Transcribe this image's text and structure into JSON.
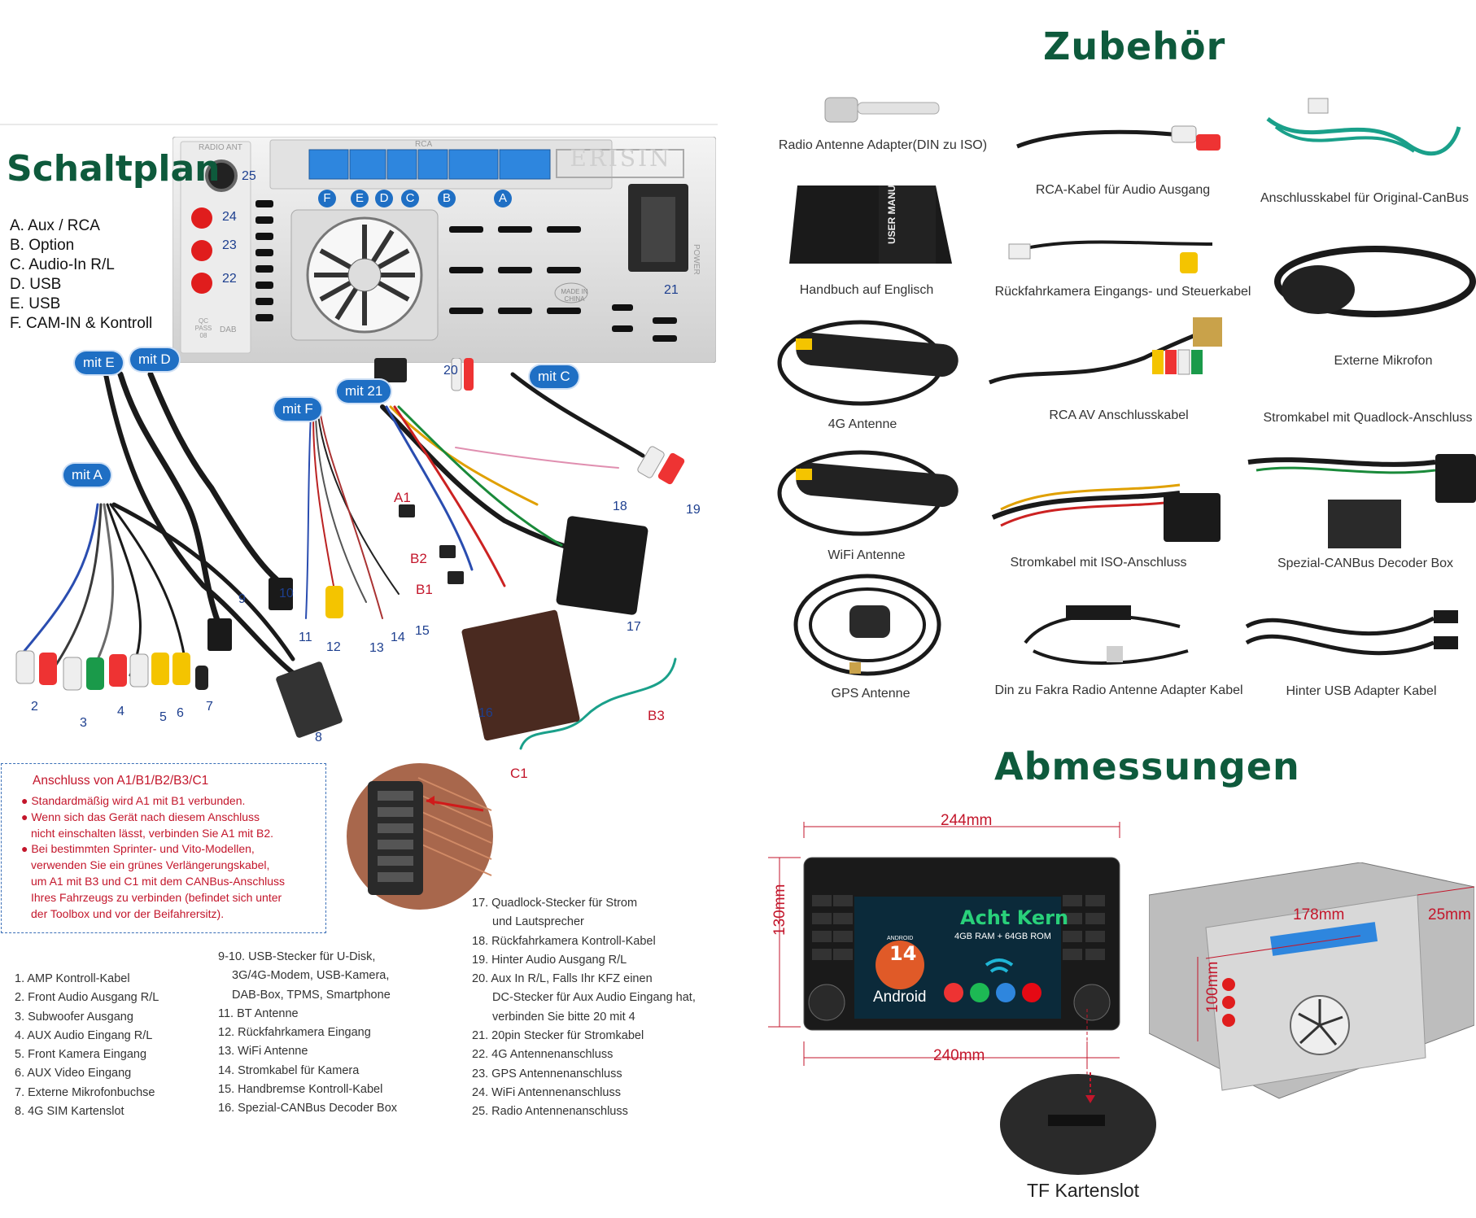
{
  "headings": {
    "zubehoer": "Zubehör",
    "abmessungen": "Abmessungen",
    "schaltplan": "Schaltplan"
  },
  "brand": "ERISIN",
  "unit_labels": {
    "radio_ant": "RADIO ANT",
    "rca": "RCA",
    "power": "POWER",
    "made_in": "MADE IN CHINA",
    "qc": "QC PASS 08",
    "dab": "DAB"
  },
  "legend": [
    "A. Aux / RCA",
    "B. Option",
    "C. Audio-In R/L",
    "D. USB",
    "E. USB",
    "F. CAM-IN & Kontroll"
  ],
  "port_letters": [
    "F",
    "E",
    "D",
    "C",
    "B",
    "A"
  ],
  "port_numbers": [
    "25",
    "24",
    "23",
    "22",
    "21"
  ],
  "bubbles": [
    "mit E",
    "mit D",
    "mit F",
    "mit 21",
    "mit C",
    "mit A"
  ],
  "wire_numbers": [
    "2",
    "3",
    "4",
    "5",
    "6",
    "7",
    "8",
    "9",
    "10",
    "11",
    "12",
    "13",
    "14",
    "15",
    "16",
    "17",
    "18",
    "19",
    "20"
  ],
  "red_labels": [
    "A1",
    "B2",
    "B1",
    "B3",
    "C1"
  ],
  "note": {
    "title": "Anschluss von A1/B1/B2/B3/C1",
    "lines": [
      "● Standardmäßig wird A1 mit B1 verbunden.",
      "● Wenn sich das Gerät nach diesem Anschluss",
      "nicht einschalten lässt, verbinden Sie A1 mit B2.",
      "● Bei bestimmten Sprinter- und Vito-Modellen,",
      "verwenden Sie ein grünes Verlängerungskabel,",
      "um A1 mit B3 und C1 mit dem CANBus-Anschluss",
      "Ihres Fahrzeugs zu verbinden (befindet sich unter",
      "der Toolbox und vor der Beifahrersitz)."
    ]
  },
  "list_col1": [
    "1. AMP Kontroll-Kabel",
    "2. Front Audio Ausgang R/L",
    "3. Subwoofer Ausgang",
    "4. AUX Audio Eingang R/L",
    "5. Front Kamera Eingang",
    "6. AUX Video Eingang",
    "7. Externe Mikrofonbuchse",
    "8. 4G SIM Kartenslot"
  ],
  "list_col2": [
    "9-10. USB-Stecker für U-Disk,",
    "3G/4G-Modem, USB-Kamera,",
    "DAB-Box, TPMS, Smartphone",
    "11. BT Antenne",
    "12. Rückfahrkamera Eingang",
    "13. WiFi Antenne",
    "14. Stromkabel für Kamera",
    "15. Handbremse Kontroll-Kabel",
    "16. Spezial-CANBus Decoder Box"
  ],
  "list_col3": [
    "17. Quadlock-Stecker für Strom",
    "und Lautsprecher",
    "18. Rückfahrkamera Kontroll-Kabel",
    "19. Hinter Audio Ausgang R/L",
    "20. Aux In R/L, Falls Ihr KFZ einen",
    "DC-Stecker für Aux Audio Eingang hat,",
    "verbinden Sie bitte 20 mit 4",
    "21. 20pin Stecker für Stromkabel",
    "22. 4G Antennenanschluss",
    "23. GPS Antennenanschluss",
    "24. WiFi Antennenanschluss",
    "25. Radio Antennenanschluss"
  ],
  "accessories": [
    "Radio Antenne Adapter(DIN zu ISO)",
    "RCA-Kabel für Audio Ausgang",
    "Anschlusskabel für Original-CanBus",
    "Handbuch auf Englisch",
    "Rückfahrkamera Eingangs- und Steuerkabel",
    "Externe Mikrofon",
    "4G Antenne",
    "RCA AV Anschlusskabel",
    "Stromkabel mit Quadlock-Anschluss",
    "WiFi Antenne",
    "Stromkabel mit ISO-Anschluss",
    "Spezial-CANBus Decoder Box",
    "GPS Antenne",
    "Din zu Fakra Radio Antenne Adapter Kabel",
    "Hinter USB Adapter Kabel"
  ],
  "manual_text": "USER MANUAL",
  "dimensions": {
    "width_top": "244mm",
    "width_bottom": "240mm",
    "height": "130mm",
    "depth": "178mm",
    "rear_height": "100mm",
    "offset": "25mm",
    "tf_label": "TF Kartenslot"
  },
  "screen": {
    "title": "Acht Kern",
    "spec": "4GB RAM + 64GB ROM",
    "android_version": "14",
    "android_label": "Android",
    "badge": "ANDROID"
  }
}
